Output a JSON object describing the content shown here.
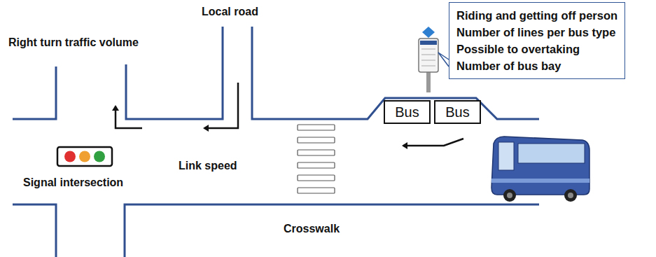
{
  "diagram": {
    "nodes": [
      {
        "text": [
          "Riding and getting off person",
          "Number of lines per bus type",
          "Possible to overtaking",
          "Number of bus bay"
        ]
      },
      {
        "text": [
          "Bus"
        ]
      },
      {
        "text": [
          "Bus"
        ]
      }
    ],
    "labels": [
      "Local road",
      "Right turn traffic volume",
      "Link speed",
      "Signal intersection",
      "Crosswalk"
    ]
  }
}
